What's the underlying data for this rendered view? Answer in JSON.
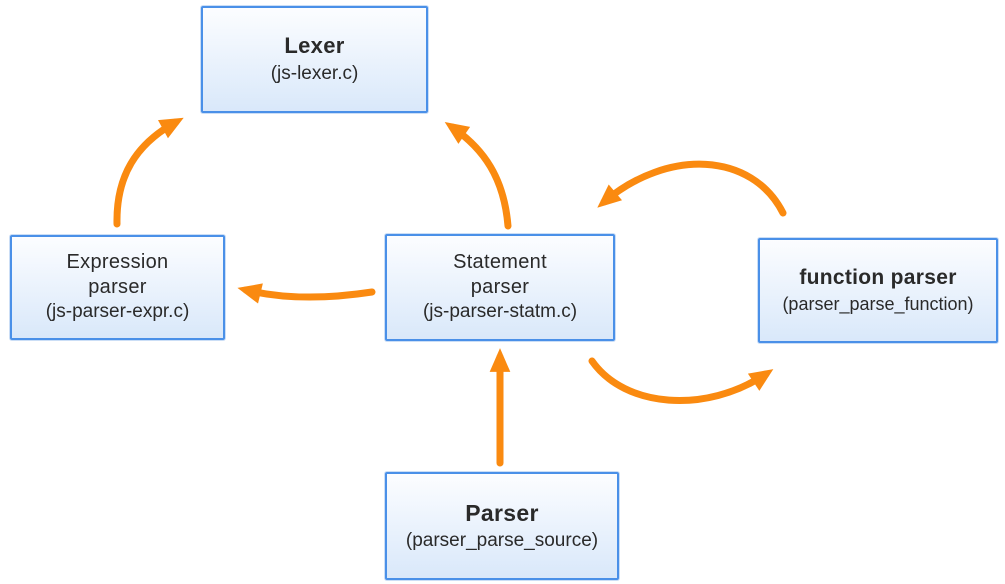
{
  "diagram": {
    "nodes": [
      {
        "id": "lexer",
        "title": "Lexer",
        "subtitle": "(js-lexer.c)"
      },
      {
        "id": "expression-parser",
        "title": "Expression parser",
        "subtitle": "(js-parser-expr.c)"
      },
      {
        "id": "statement-parser",
        "title": "Statement parser",
        "subtitle": "(js-parser-statm.c)"
      },
      {
        "id": "function-parser",
        "title": "function parser",
        "subtitle": "(parser_parse_function)"
      },
      {
        "id": "parser",
        "title": "Parser",
        "subtitle": "(parser_parse_source)"
      }
    ],
    "edges": [
      {
        "from": "expression-parser",
        "to": "lexer"
      },
      {
        "from": "statement-parser",
        "to": "lexer"
      },
      {
        "from": "statement-parser",
        "to": "expression-parser"
      },
      {
        "from": "function-parser",
        "to": "statement-parser"
      },
      {
        "from": "statement-parser",
        "to": "function-parser"
      },
      {
        "from": "parser",
        "to": "statement-parser"
      }
    ],
    "colors": {
      "arrow": "#fa8a10",
      "node_border": "#4a90e8",
      "node_fill_top": "#fcfdff",
      "node_fill_bottom": "#d9e8fa",
      "text": "#2a2a2a",
      "background": "#ffffff"
    }
  }
}
